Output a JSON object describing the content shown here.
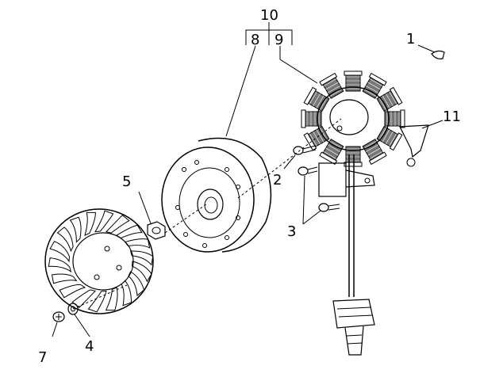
{
  "callouts": {
    "c1": "1",
    "c2": "2",
    "c3": "3",
    "c4": "4",
    "c5": "5",
    "c7": "7",
    "c8": "8",
    "c9": "9",
    "c10": "10",
    "c11": "11"
  },
  "colors": {
    "ink": "#000000",
    "background": "#ffffff",
    "stator_fill": "#777777"
  }
}
